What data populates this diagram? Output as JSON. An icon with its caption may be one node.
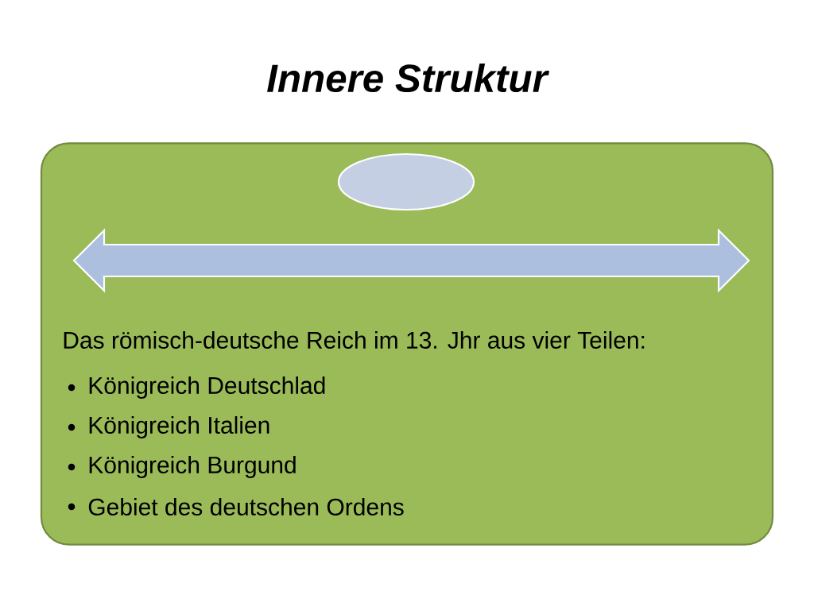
{
  "diagram": {
    "title": "Innere Struktur",
    "nodes": [
      {
        "text": [
          "Das römisch-deutsche Reich im 13. Jhr aus vier Teilen:",
          "Königreich Deutschlad",
          "Königreich Italien",
          "Königreich Burgund",
          "Gebiet des deutschen Ordens"
        ]
      },
      {
        "text": [],
        "shape": "circle",
        "in": 0
      },
      {
        "text": [],
        "shape": "arrow",
        "in": 0
      }
    ]
  }
}
